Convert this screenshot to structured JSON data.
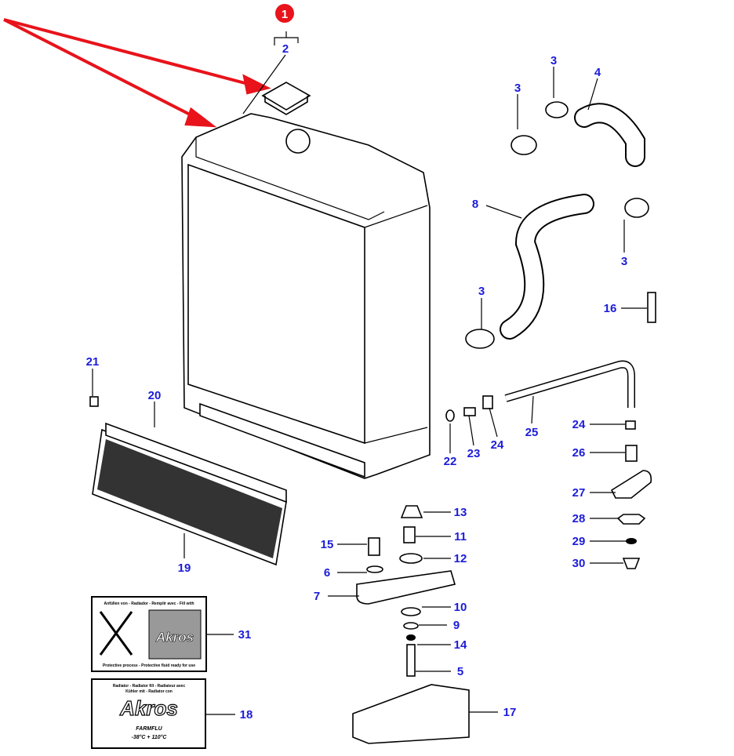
{
  "accent_colors": {
    "label": "#1c1cd8",
    "callout": "#e8131b"
  },
  "callout": {
    "text": "1"
  },
  "labels": [
    "2",
    "3",
    "3",
    "4",
    "3",
    "8",
    "3",
    "16",
    "21",
    "20",
    "19",
    "22",
    "23",
    "24",
    "25",
    "24",
    "26",
    "27",
    "28",
    "29",
    "30",
    "13",
    "11",
    "12",
    "15",
    "6",
    "7",
    "10",
    "9",
    "14",
    "5",
    "17",
    "31",
    "18"
  ],
  "decal_31": {
    "header": "Anfüllen von - Radiador - Remplir avec - Fill with",
    "footer": "Protective process - Protective fluid ready for use",
    "logo": "Akros"
  },
  "decal_18": {
    "header": "Radiator - Radiator fill - Radiateur avec",
    "header2": "Kühler mit - Radiator con",
    "logo": "Akros",
    "product": "FARMFLU",
    "temp": "-38°C + 110°C"
  }
}
